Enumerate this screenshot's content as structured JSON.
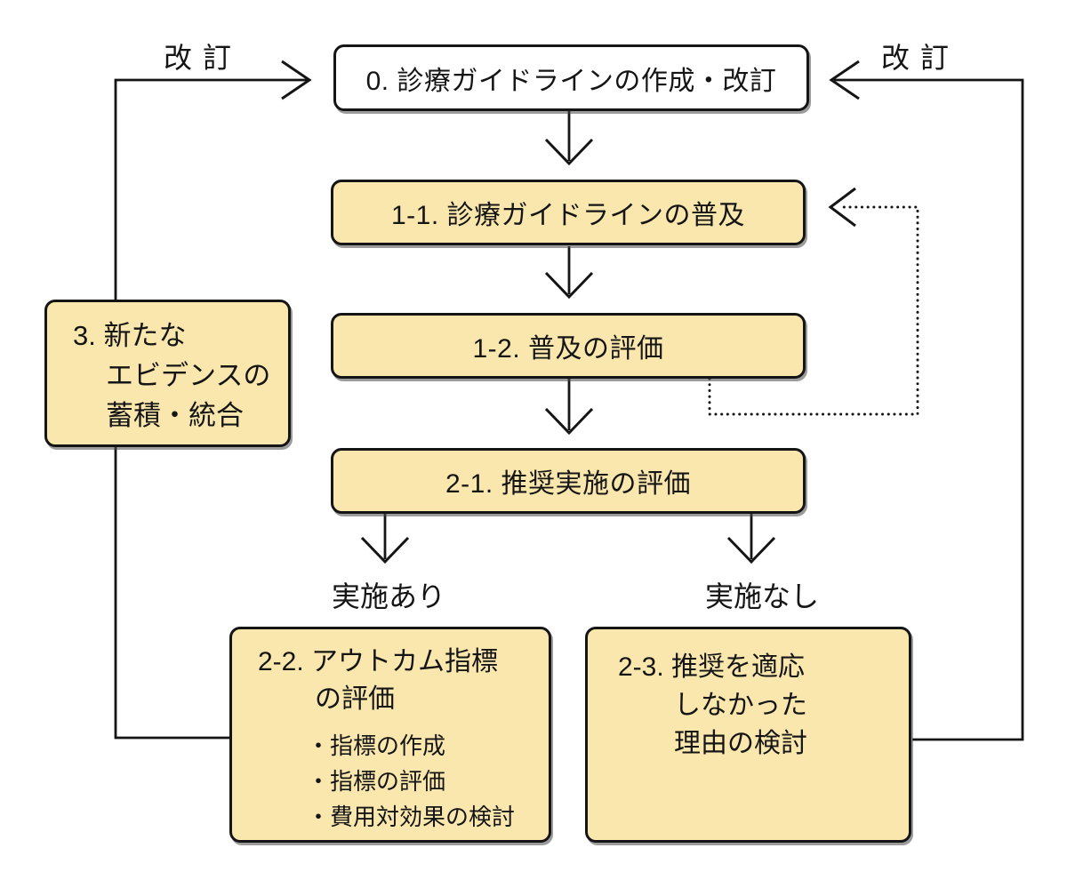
{
  "colors": {
    "node_fill": "#fae7ae",
    "node_stroke": "#151515",
    "plain_node_fill": "#ffffff",
    "connector": "#151515",
    "text_color": "#151515",
    "canvas_bg": "#ffffff"
  },
  "nodes": {
    "step0": {
      "label": "0. 診療ガイドラインの作成・改訂"
    },
    "step1_1": {
      "label": "1-1. 診療ガイドラインの普及"
    },
    "step1_2": {
      "label": "1-2. 普及の評価"
    },
    "step2_1": {
      "label": "2-1. 推奨実施の評価"
    },
    "step2_2": {
      "title_lines": [
        "2-2. アウトカム指標",
        "の評価"
      ],
      "bullets": [
        "・指標の作成",
        "・指標の評価",
        "・費用対効果の検討"
      ]
    },
    "step2_3": {
      "lines": [
        "2-3. 推奨を適応",
        "しなかった",
        "理由の検討"
      ]
    },
    "step3": {
      "lines": [
        "3. 新たな",
        "エビデンスの",
        "蓄積・統合"
      ]
    }
  },
  "edge_labels": {
    "revision_left": "改訂",
    "revision_right": "改訂",
    "implemented": "実施あり",
    "not_implemented": "実施なし"
  }
}
